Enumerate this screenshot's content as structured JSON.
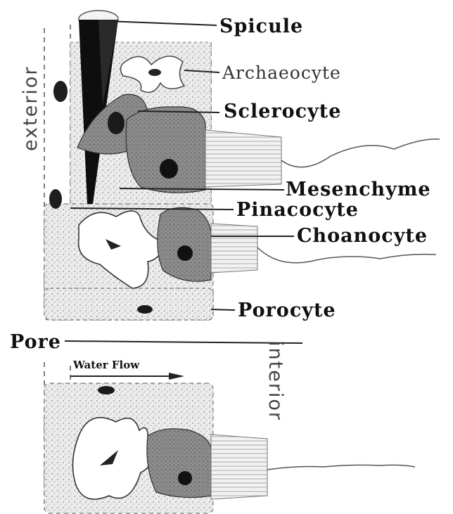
{
  "labels": {
    "spicule": "Spicule",
    "archaeocyte": "Archaeocyte",
    "sclerocyte": "Sclerocyte",
    "mesenchyme": "Mesenchyme",
    "pinacocyte": "Pinacocyte",
    "choanocyte": "Choanocyte",
    "porocyte": "Porocyte",
    "pore": "Pore",
    "water_flow": "Water Flow",
    "exterior": "exterior",
    "interior": "interior"
  }
}
